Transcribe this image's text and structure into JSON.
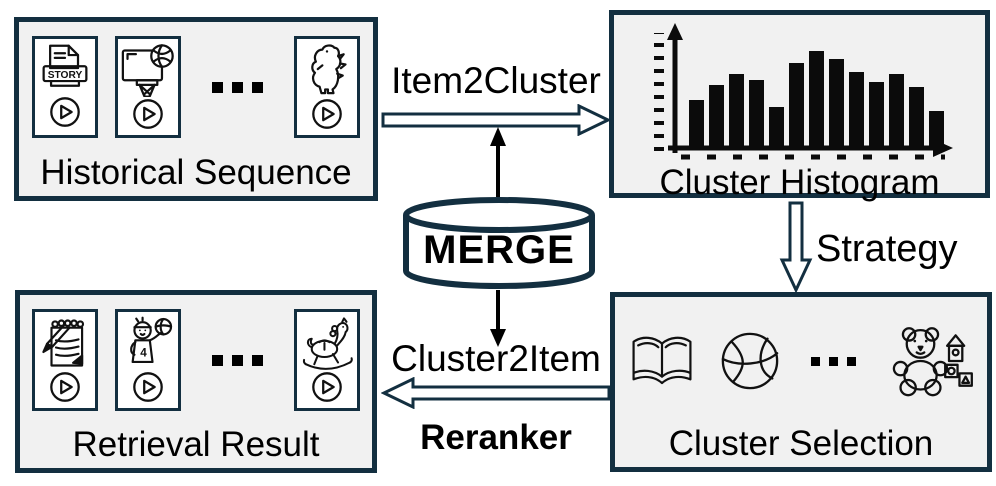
{
  "colors": {
    "navy_outline": "#132f40",
    "panel_background": "#f1f1f1",
    "ink": "#000000",
    "white": "#ffffff"
  },
  "panels": {
    "historical_sequence": {
      "label": "Historical Sequence",
      "story_badge": "STORY",
      "items": [
        "story-file-video",
        "basketball-hoop-video",
        "ellipsis",
        "dinosaur-video"
      ]
    },
    "cluster_histogram": {
      "label": "Cluster Histogram",
      "histogram": {
        "type": "bar",
        "bar_heights": [
          48,
          63,
          74,
          68,
          41,
          85,
          97,
          89,
          76,
          66,
          74,
          61,
          37
        ],
        "bar_color": "#0b0b0b",
        "axes": "up-arrow y axis and right-arrow x axis with dashed tick marks"
      }
    },
    "cluster_selection": {
      "label": "Cluster Selection",
      "icons": [
        "open-book",
        "basketball",
        "ellipsis",
        "teddy-bear-with-blocks"
      ]
    },
    "retrieval_result": {
      "label": "Retrieval Result",
      "jersey_number": "4",
      "items": [
        "notepad-pencil-video",
        "basketball-player-video",
        "ellipsis",
        "rocking-horse-video"
      ]
    }
  },
  "center": {
    "database_label": "MERGE"
  },
  "edges": {
    "item2cluster": {
      "label": "Item2Cluster",
      "direction": "right"
    },
    "strategy": {
      "label": "Strategy",
      "direction": "down"
    },
    "cluster2item": {
      "label": "Cluster2Item",
      "direction": "left"
    },
    "reranker": {
      "label": "Reranker"
    }
  }
}
